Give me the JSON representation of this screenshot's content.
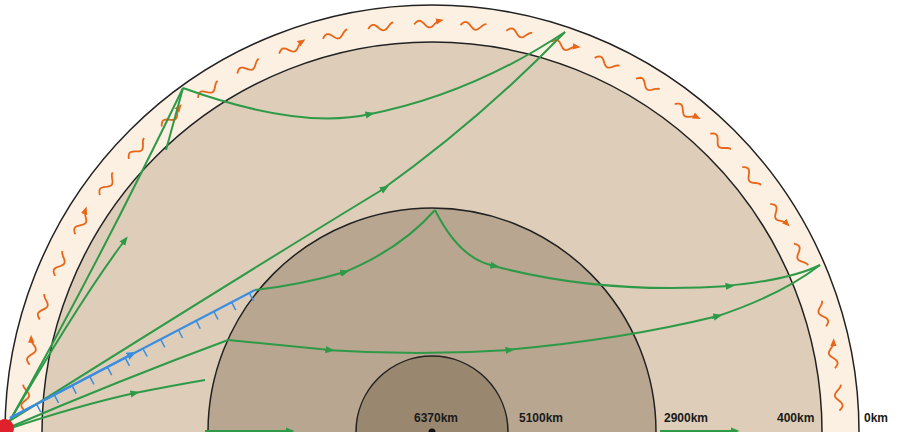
{
  "diagram": {
    "labels": [
      "6370km",
      "5100km",
      "2900km",
      "400km",
      "0km"
    ]
  }
}
